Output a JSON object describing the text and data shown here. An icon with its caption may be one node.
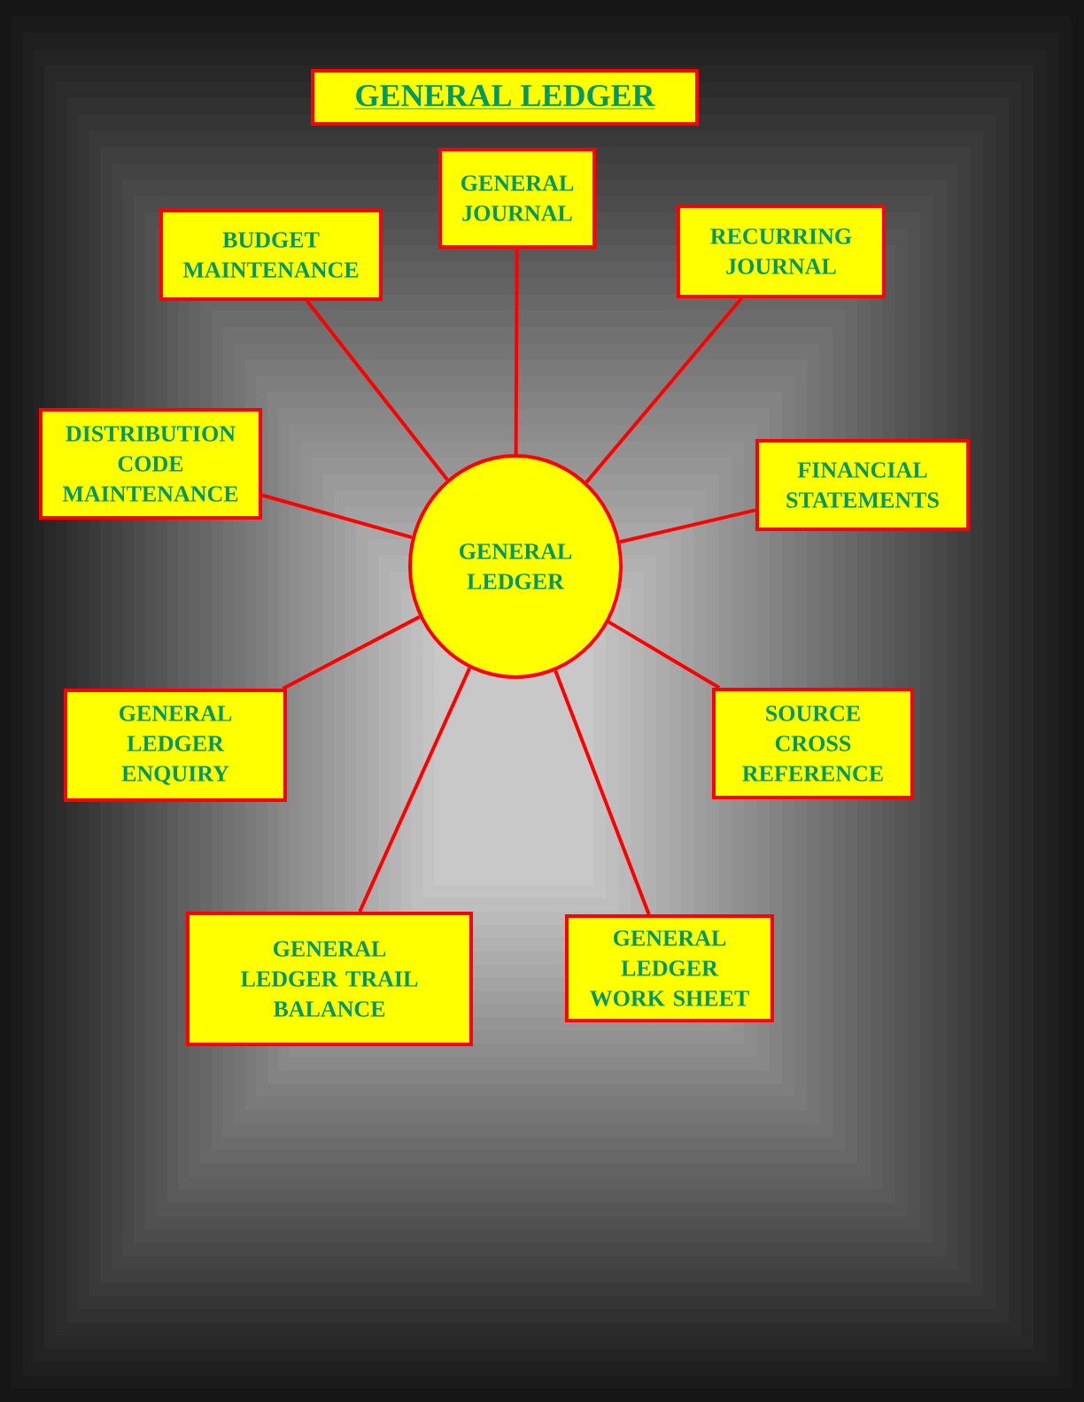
{
  "diagram": {
    "title": "GENERAL LEDGER",
    "nodes": [
      {
        "text": [
          "GENERAL JOURNAL"
        ]
      },
      {
        "text": [
          "BUDGET MAINTENANCE"
        ]
      },
      {
        "text": [
          "RECURRING JOURNAL"
        ]
      },
      {
        "text": [
          "DISTRIBUTION CODE MAINTENANCE"
        ]
      },
      {
        "text": [
          "FINANCIAL STATEMENTS"
        ]
      },
      {
        "text": [
          "GENERAL LEDGER"
        ]
      },
      {
        "text": [
          "GENERAL LEDGER ENQUIRY"
        ]
      },
      {
        "text": [
          "SOURCE CROSS REFERENCE"
        ]
      },
      {
        "text": [
          "GENERAL LEDGER TRAIL BALANCE"
        ]
      },
      {
        "text": [
          "GENERAL LEDGER WORK SHEET"
        ]
      }
    ],
    "edges": [
      {
        "from": 5,
        "to": 0,
        "arrow": "none"
      },
      {
        "from": 5,
        "to": 1,
        "arrow": "none"
      },
      {
        "from": 5,
        "to": 2,
        "arrow": "none"
      },
      {
        "from": 5,
        "to": 3,
        "arrow": "none"
      },
      {
        "from": 5,
        "to": 4,
        "arrow": "none"
      },
      {
        "from": 5,
        "to": 6,
        "arrow": "none"
      },
      {
        "from": 5,
        "to": 7,
        "arrow": "none"
      },
      {
        "from": 5,
        "to": 8,
        "arrow": "none"
      },
      {
        "from": 5,
        "to": 9,
        "arrow": "none"
      }
    ]
  }
}
